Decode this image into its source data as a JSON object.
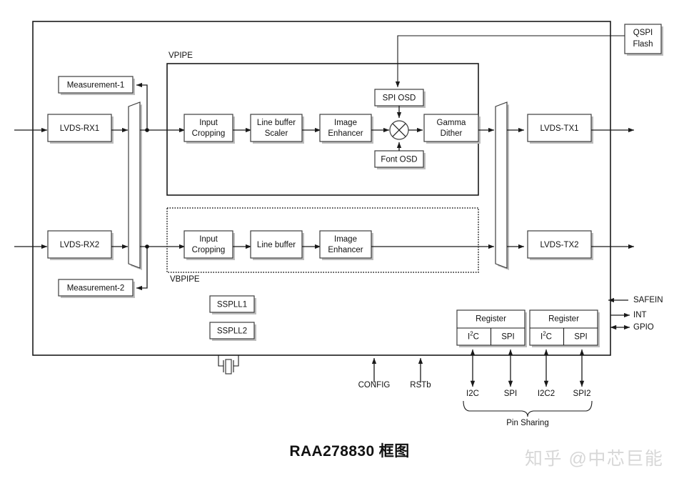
{
  "diagram": {
    "title": "RAA278830 框图",
    "watermark": "知乎 @中芯巨能",
    "chip_label": "",
    "groups": {
      "vpipe": "VPIPE",
      "vbpipe": "VBPIPE"
    },
    "blocks": {
      "measurement1": "Measurement-1",
      "measurement2": "Measurement-2",
      "lvds_rx1": "LVDS-RX1",
      "lvds_rx2": "LVDS-RX2",
      "lvds_tx1": "LVDS-TX1",
      "lvds_tx2": "LVDS-TX2",
      "vp_input_cropping": "Input\nCropping",
      "vp_input_cropping_l1": "Input",
      "vp_input_cropping_l2": "Cropping",
      "vp_line_buffer_scaler_l1": "Line buffer",
      "vp_line_buffer_scaler_l2": "Scaler",
      "vp_image_enhancer_l1": "Image",
      "vp_image_enhancer_l2": "Enhancer",
      "spi_osd": "SPI OSD",
      "font_osd": "Font OSD",
      "gamma_dither_l1": "Gamma",
      "gamma_dither_l2": "Dither",
      "vb_input_cropping_l1": "Input",
      "vb_input_cropping_l2": "Cropping",
      "vb_line_buffer": "Line buffer",
      "vb_image_enhancer_l1": "Image",
      "vb_image_enhancer_l2": "Enhancer",
      "sspll1": "SSPLL1",
      "sspll2": "SSPLL2",
      "qspi_flash_l1": "QSPI",
      "qspi_flash_l2": "Flash",
      "register1": "Register",
      "register2": "Register",
      "i2c_cell1": "I",
      "i2c_cell1_sup": "2",
      "i2c_cell1_tail": "C",
      "spi_cell1": "SPI",
      "i2c_cell2": "I",
      "i2c_cell2_sup": "2",
      "i2c_cell2_tail": "C",
      "spi_cell2": "SPI"
    },
    "pins": {
      "config": "CONFIG",
      "rstb": "RSTb",
      "safein": "SAFEIN",
      "int": "INT",
      "gpio": "GPIO",
      "i2c": "I2C",
      "spi": "SPI",
      "i2c2": "I2C2",
      "spi2": "SPI2",
      "pin_sharing": "Pin Sharing"
    },
    "colors": {
      "line": "#1a1a1a",
      "box_stroke": "#3c3c3c",
      "shadow": "#bdbdbd",
      "background": "#ffffff",
      "watermark": "#d7d7d7"
    }
  }
}
